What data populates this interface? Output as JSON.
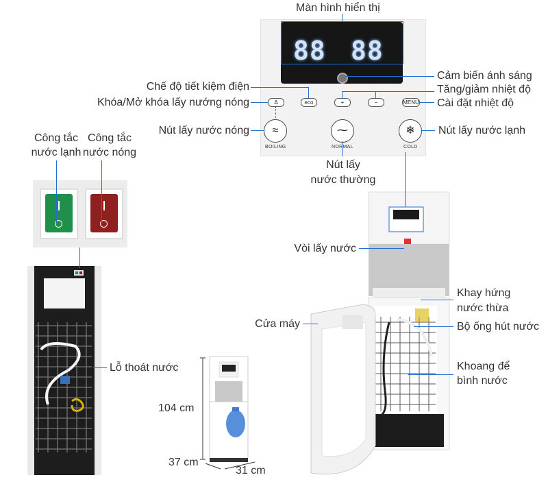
{
  "panel": {
    "display_left": "88",
    "display_right": "88",
    "btn_lock": "Δ",
    "btn_eco": "eco",
    "btn_plus": "+",
    "btn_minus": "−",
    "btn_menu": "MENU",
    "boiling_caption": "BOILING",
    "normal_caption": "NORMAL",
    "cold_caption": "COLD",
    "boiling_icon": "heat-waves-icon",
    "normal_icon": "water-drop-icon",
    "cold_icon": "snowflake-icon"
  },
  "labels": {
    "display": "Màn hình hiển thị",
    "light_sensor": "Cảm biến ánh sáng",
    "temp_adjust": "Tăng/giảm nhiệt độ",
    "temp_setting": "Cài đặt nhiệt độ",
    "eco_mode": "Chế độ tiết kiệm điện",
    "hot_lock": "Khóa/Mở khóa lấy nướng nóng",
    "hot_button": "Nút lấy nước nóng",
    "cold_button": "Nút lấy nước lạnh",
    "normal_button_1": "Nút lấy",
    "normal_button_2": "nước thường",
    "cold_switch_1": "Công tắc",
    "cold_switch_2": "nước lạnh",
    "hot_switch_1": "Công tắc",
    "hot_switch_2": "nước nóng",
    "faucet": "Vòi lấy nước",
    "drip_tray_1": "Khay hứng",
    "drip_tray_2": "nước thừa",
    "door": "Cửa máy",
    "suction_tube": "Bộ ống hút nước",
    "bottle_bay_1": "Khoang để",
    "bottle_bay_2": "bình nước",
    "drain": "Lỗ thoát nước",
    "height": "104 cm",
    "width": "37 cm",
    "depth": "31 cm"
  },
  "colors": {
    "accent": "#1f6fd1",
    "switch_cold": "#1f8f4a",
    "switch_hot": "#8e2020",
    "display_bg": "#161616"
  }
}
